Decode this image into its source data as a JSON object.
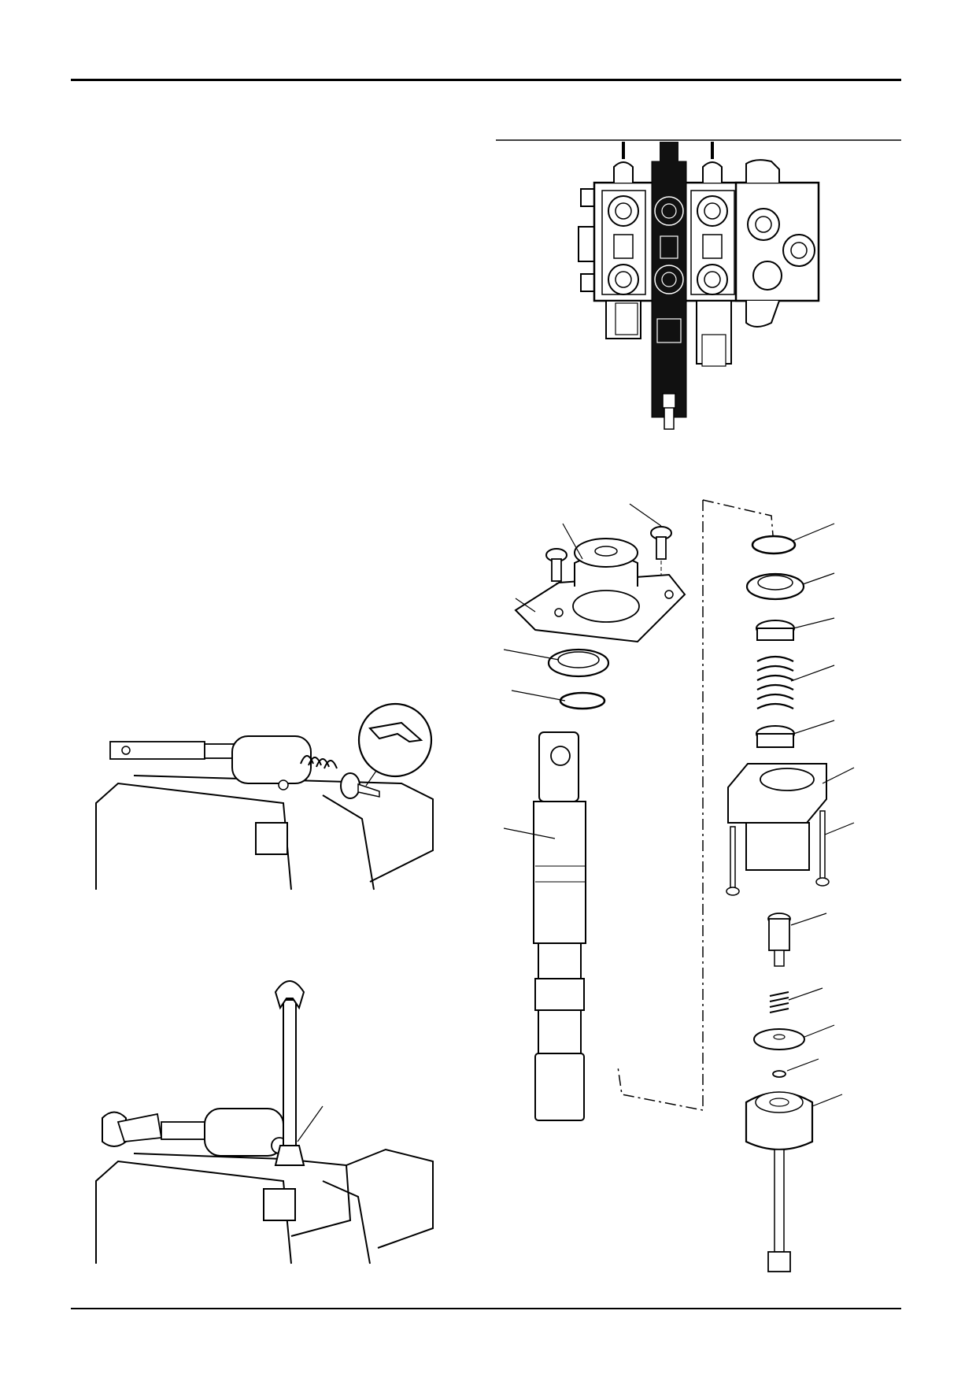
{
  "page": {
    "header_rule": "top",
    "footer_rule": "bottom"
  },
  "figures": [
    {
      "name": "valve-block-overview",
      "description_visible": false
    },
    {
      "name": "solenoid-valve-exploded-view",
      "description_visible": false
    },
    {
      "name": "spool-in-vice-figure",
      "description_visible": false
    },
    {
      "name": "spool-wrench-figure",
      "description_visible": false
    }
  ],
  "icons": {
    "callout": "locking-compound-icon"
  }
}
